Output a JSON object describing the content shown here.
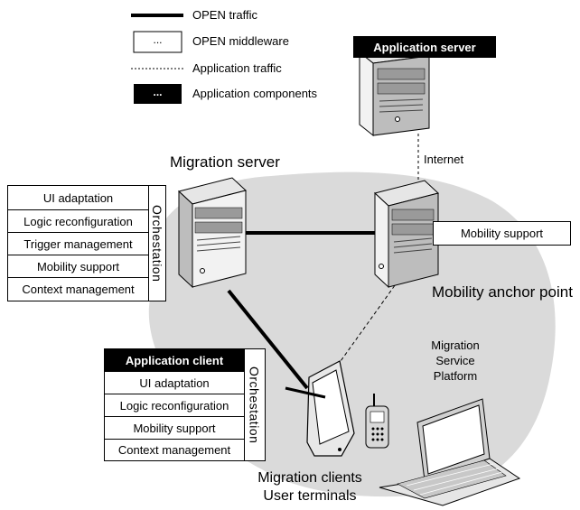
{
  "legend": {
    "open_traffic": "OPEN traffic",
    "middleware_symbol": "...",
    "open_middleware": "OPEN middleware",
    "application_traffic": "Application traffic",
    "components_symbol": "...",
    "application_components": "Application components"
  },
  "application_server": {
    "label": "Application server"
  },
  "internet_label": "Internet",
  "migration_server": {
    "title": "Migration server",
    "modules": [
      "UI adaptation",
      "Logic reconfiguration",
      "Trigger management",
      "Mobility support",
      "Context management"
    ],
    "side_label": "Orchestation"
  },
  "anchor": {
    "module": "Mobility support",
    "title": "Mobility anchor point"
  },
  "platform_label": [
    "Migration",
    "Service",
    "Platform"
  ],
  "application_client": {
    "header": "Application client",
    "modules": [
      "UI adaptation",
      "Logic reconfiguration",
      "Mobility support",
      "Context management"
    ],
    "side_label": "Orchestation"
  },
  "clients_label": [
    "Migration clients",
    "User terminals"
  ],
  "colors": {
    "cloud": "#dadada",
    "server_front": "#f0f0f0",
    "server_side": "#cfcfcf",
    "ink": "#000000"
  }
}
